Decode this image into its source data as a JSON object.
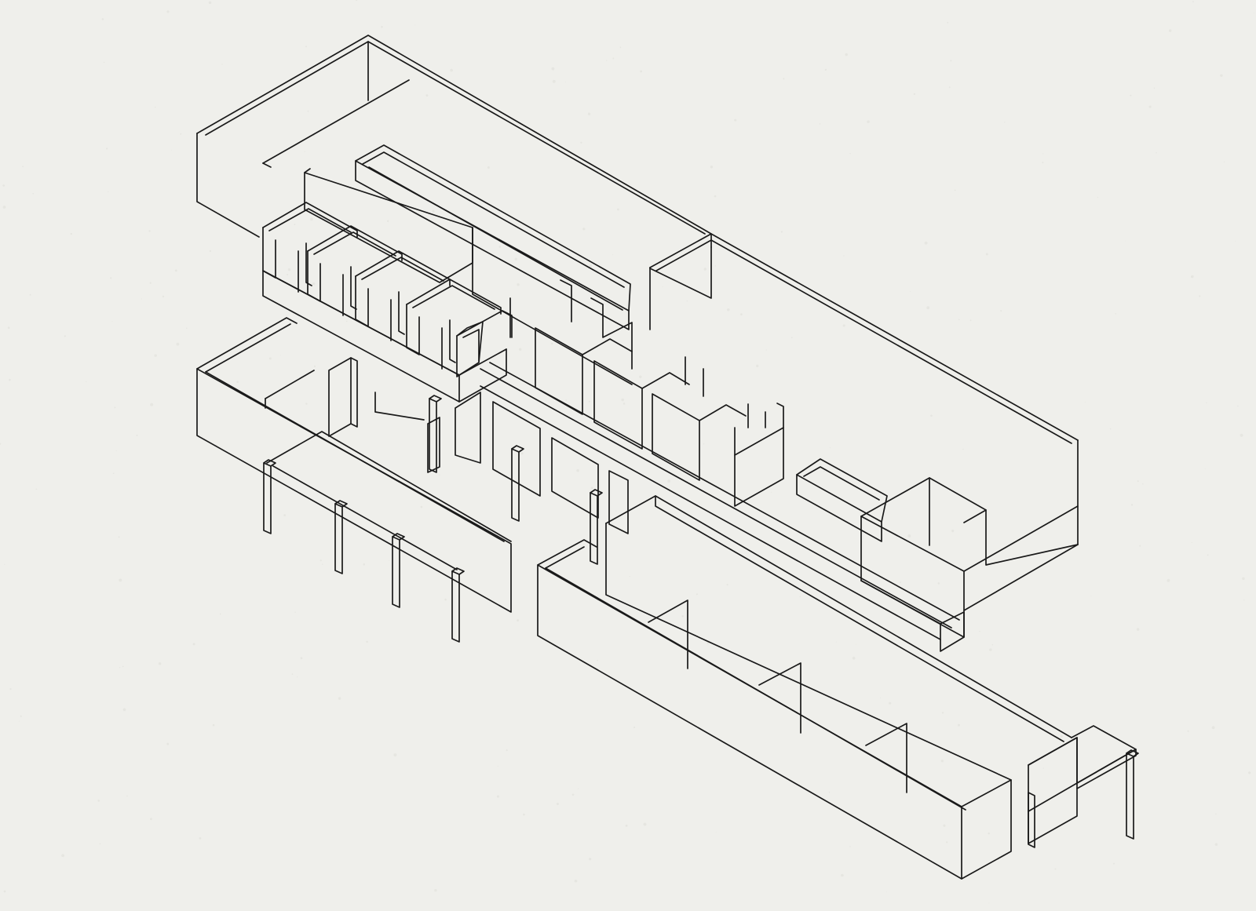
{
  "colors": {
    "background": "#efefeb",
    "paper_speckle": "#e6e6e1",
    "line": "#1a1a1a"
  },
  "drawing": {
    "kind": "exploded-axonometric-line-drawing",
    "levels": [
      {
        "id": "upper-level",
        "parts": [
          "enclosing-walls",
          "inner-wall-planes",
          "storage-trough",
          "cantilevered-frames",
          "partition-panels",
          "planter-box",
          "corner-volume"
        ]
      },
      {
        "id": "ground-level",
        "parts": [
          "u-shaped-walls",
          "pergola-posts",
          "wall-fins",
          "free-columns"
        ]
      },
      {
        "id": "lower-level",
        "parts": [
          "long-enclosure",
          "room-partitions",
          "bench-slab",
          "slab-legs"
        ]
      }
    ]
  }
}
